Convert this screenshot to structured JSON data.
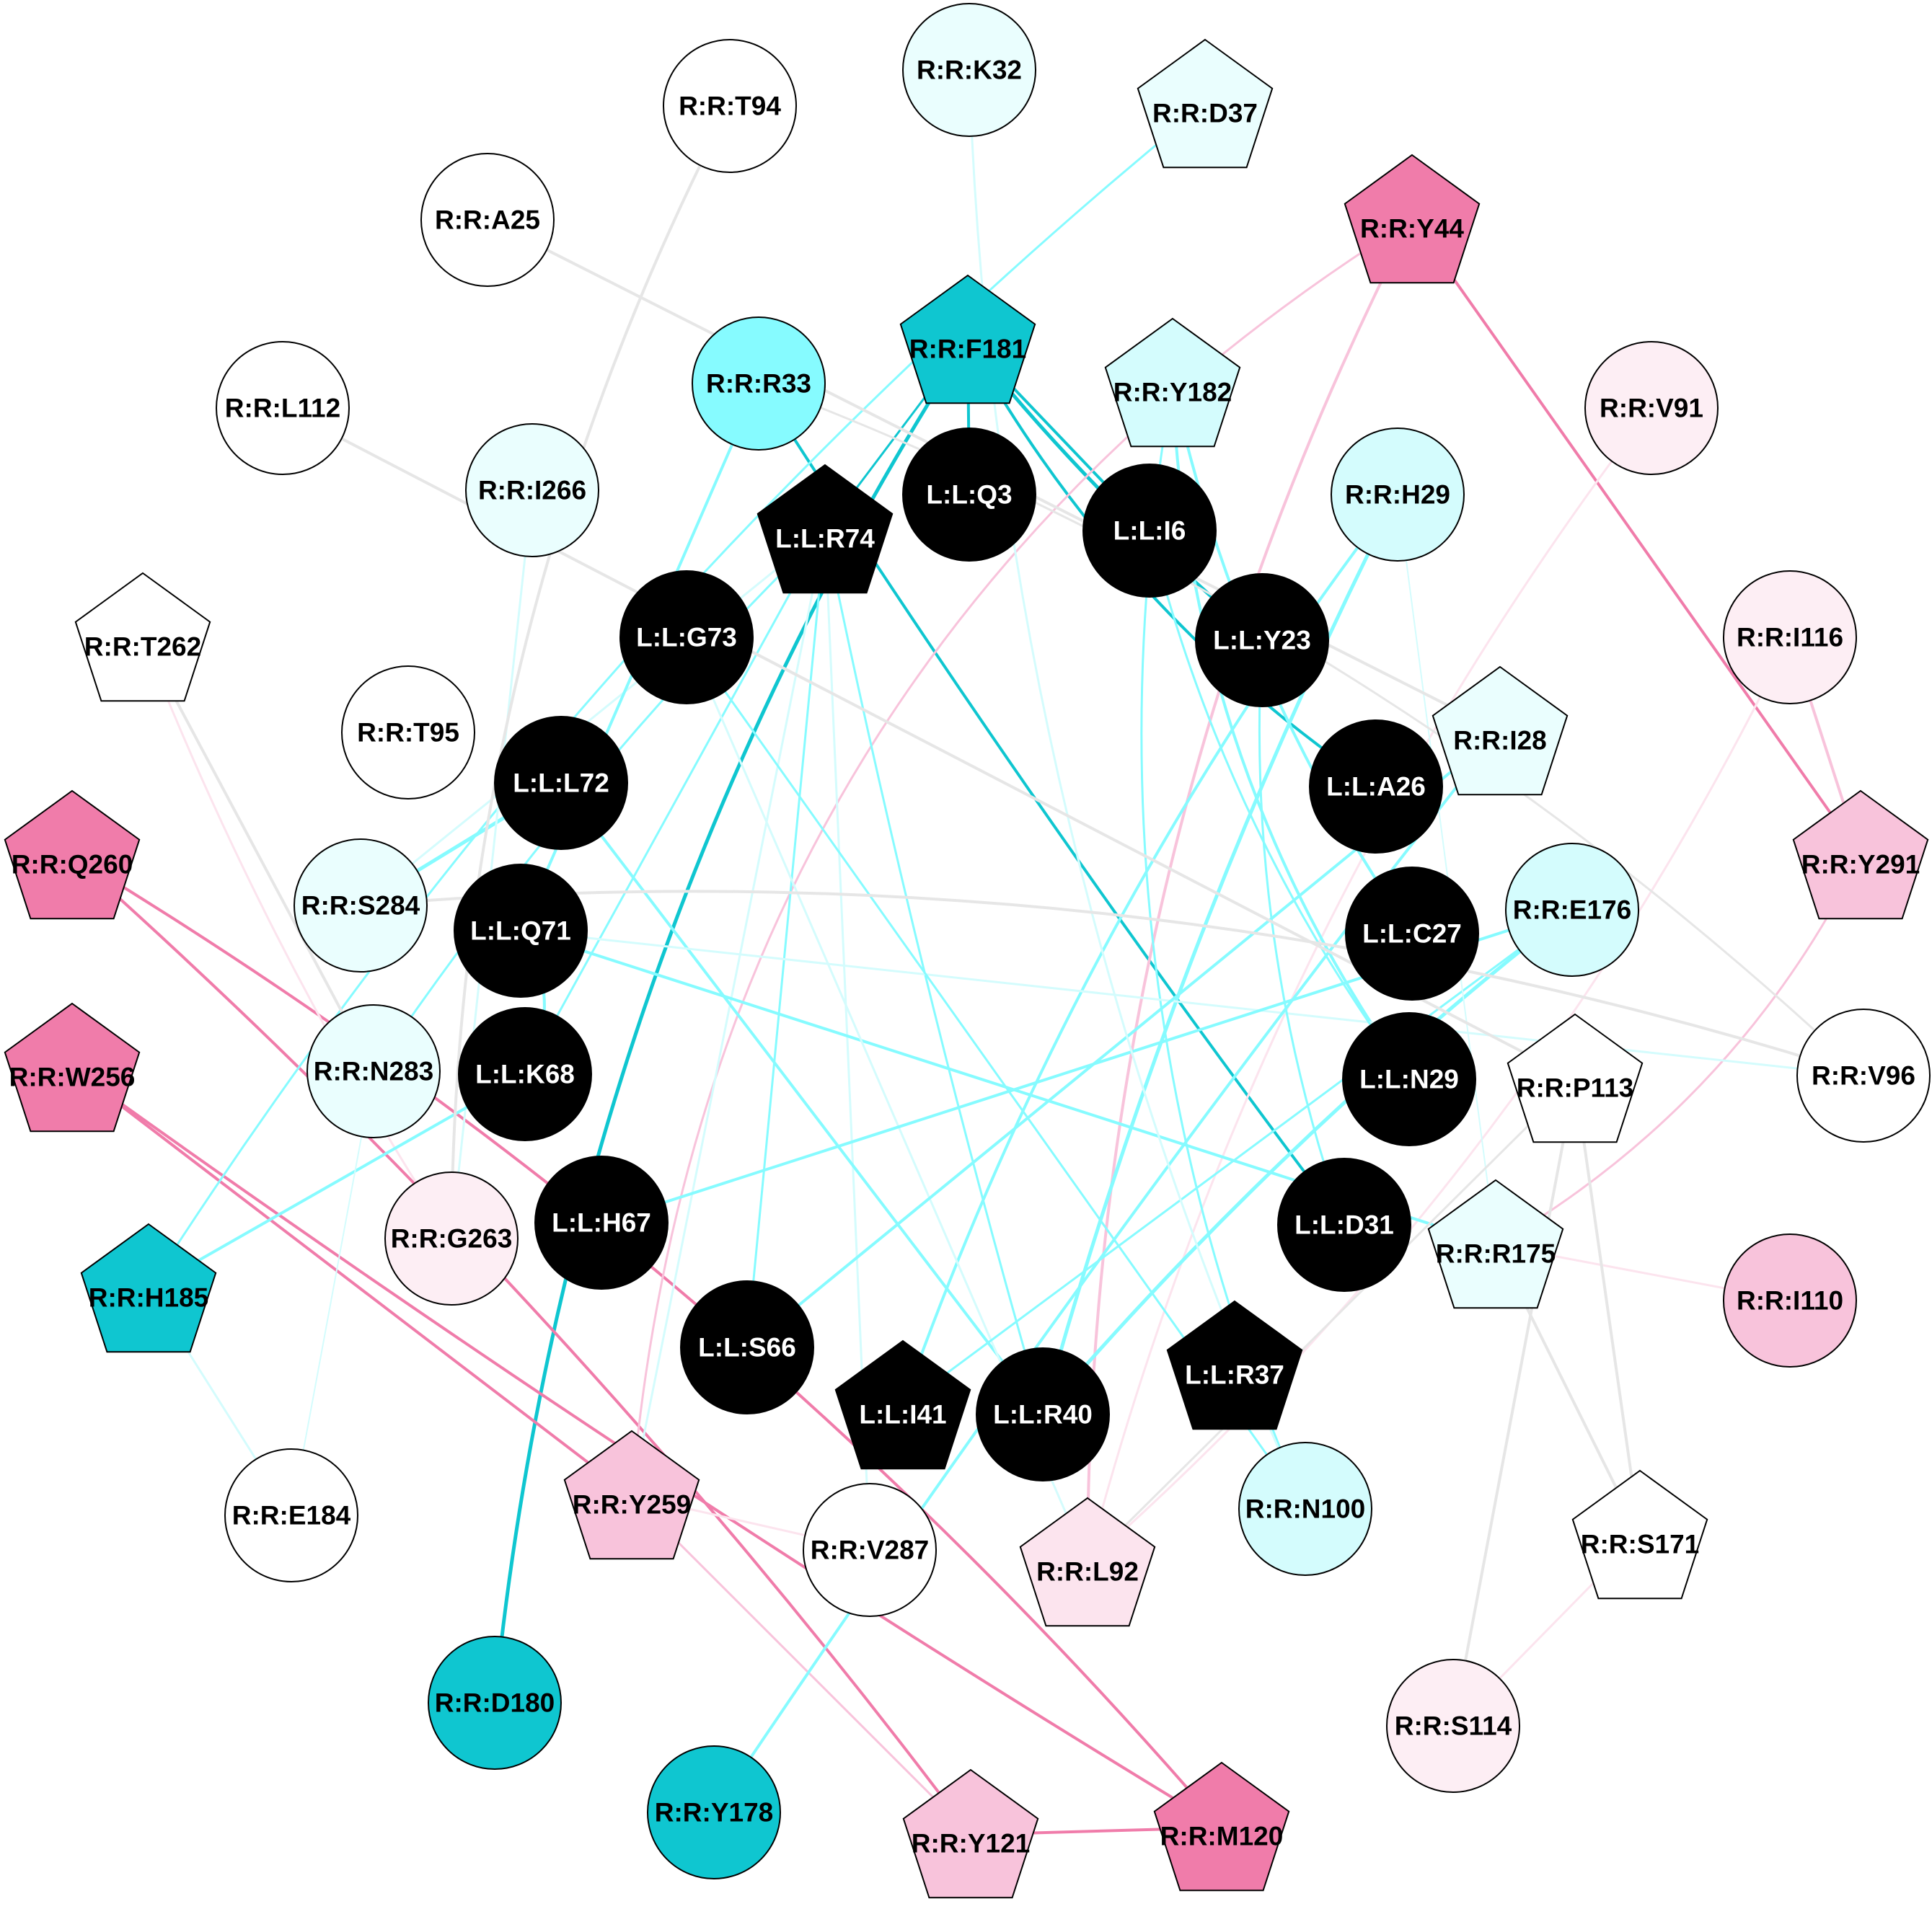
{
  "diagram": {
    "type": "residue-interaction-network",
    "palette": {
      "ligand": "#000000",
      "cyan_strong": "#0fc6d0",
      "cyan_mid": "#86fbff",
      "cyan_light": "#d4fcfd",
      "cyan_pale": "#eafefe",
      "pink_strong": "#f07caa",
      "pink_mid": "#f8c3db",
      "pink_light": "#fce4ee",
      "pink_pale": "#fdeef4",
      "white": "#ffffff",
      "edge_grey": "#e6e6e6"
    },
    "nodes": [
      {
        "id": "R:R:K32",
        "shape": "circle",
        "fill": "cyan_pale",
        "text": "dark"
      },
      {
        "id": "R:R:T94",
        "shape": "circle",
        "fill": "white",
        "text": "dark"
      },
      {
        "id": "R:R:D37",
        "shape": "pentagon",
        "fill": "cyan_pale",
        "text": "dark"
      },
      {
        "id": "R:R:A25",
        "shape": "circle",
        "fill": "white",
        "text": "dark"
      },
      {
        "id": "R:R:Y44",
        "shape": "pentagon",
        "fill": "pink_strong",
        "text": "dark"
      },
      {
        "id": "R:R:F181",
        "shape": "pentagon",
        "fill": "cyan_strong",
        "text": "dark"
      },
      {
        "id": "R:R:R33",
        "shape": "circle",
        "fill": "cyan_mid",
        "text": "dark"
      },
      {
        "id": "R:R:Y182",
        "shape": "pentagon",
        "fill": "cyan_light",
        "text": "dark"
      },
      {
        "id": "R:R:L112",
        "shape": "circle",
        "fill": "white",
        "text": "dark"
      },
      {
        "id": "R:R:V91",
        "shape": "circle",
        "fill": "pink_pale",
        "text": "dark"
      },
      {
        "id": "L:L:Q3",
        "shape": "circle",
        "fill": "ligand",
        "text": "light"
      },
      {
        "id": "R:R:I266",
        "shape": "circle",
        "fill": "cyan_pale",
        "text": "dark"
      },
      {
        "id": "R:R:H29",
        "shape": "circle",
        "fill": "cyan_light",
        "text": "dark"
      },
      {
        "id": "L:L:R74",
        "shape": "pentagon",
        "fill": "ligand",
        "text": "light"
      },
      {
        "id": "L:L:I6",
        "shape": "circle",
        "fill": "ligand",
        "text": "light"
      },
      {
        "id": "R:R:T262",
        "shape": "pentagon",
        "fill": "white",
        "text": "dark"
      },
      {
        "id": "L:L:G73",
        "shape": "circle",
        "fill": "ligand",
        "text": "light"
      },
      {
        "id": "R:R:I116",
        "shape": "circle",
        "fill": "pink_pale",
        "text": "dark"
      },
      {
        "id": "L:L:Y23",
        "shape": "circle",
        "fill": "ligand",
        "text": "light"
      },
      {
        "id": "R:R:T95",
        "shape": "circle",
        "fill": "white",
        "text": "dark"
      },
      {
        "id": "R:R:I28",
        "shape": "pentagon",
        "fill": "cyan_pale",
        "text": "dark"
      },
      {
        "id": "L:L:L72",
        "shape": "circle",
        "fill": "ligand",
        "text": "light"
      },
      {
        "id": "L:L:A26",
        "shape": "circle",
        "fill": "ligand",
        "text": "light"
      },
      {
        "id": "R:R:Q260",
        "shape": "pentagon",
        "fill": "pink_strong",
        "text": "dark"
      },
      {
        "id": "R:R:Y291",
        "shape": "pentagon",
        "fill": "pink_mid",
        "text": "dark"
      },
      {
        "id": "R:R:S284",
        "shape": "circle",
        "fill": "cyan_pale",
        "text": "dark"
      },
      {
        "id": "R:R:E176",
        "shape": "circle",
        "fill": "cyan_light",
        "text": "dark"
      },
      {
        "id": "L:L:Q71",
        "shape": "circle",
        "fill": "ligand",
        "text": "light"
      },
      {
        "id": "L:L:C27",
        "shape": "circle",
        "fill": "ligand",
        "text": "light"
      },
      {
        "id": "R:R:W256",
        "shape": "pentagon",
        "fill": "pink_strong",
        "text": "dark"
      },
      {
        "id": "R:R:N283",
        "shape": "circle",
        "fill": "cyan_pale",
        "text": "dark"
      },
      {
        "id": "L:L:K68",
        "shape": "circle",
        "fill": "ligand",
        "text": "light"
      },
      {
        "id": "L:L:N29",
        "shape": "circle",
        "fill": "ligand",
        "text": "light"
      },
      {
        "id": "R:R:P113",
        "shape": "pentagon",
        "fill": "white",
        "text": "dark"
      },
      {
        "id": "R:R:V96",
        "shape": "circle",
        "fill": "white",
        "text": "dark"
      },
      {
        "id": "L:L:H67",
        "shape": "circle",
        "fill": "ligand",
        "text": "light"
      },
      {
        "id": "R:R:G263",
        "shape": "circle",
        "fill": "pink_pale",
        "text": "dark"
      },
      {
        "id": "L:L:D31",
        "shape": "circle",
        "fill": "ligand",
        "text": "light"
      },
      {
        "id": "R:R:R175",
        "shape": "pentagon",
        "fill": "cyan_pale",
        "text": "dark"
      },
      {
        "id": "R:R:H185",
        "shape": "pentagon",
        "fill": "cyan_strong",
        "text": "dark"
      },
      {
        "id": "R:R:I110",
        "shape": "circle",
        "fill": "pink_mid",
        "text": "dark"
      },
      {
        "id": "L:L:S66",
        "shape": "circle",
        "fill": "ligand",
        "text": "light"
      },
      {
        "id": "L:L:I41",
        "shape": "pentagon",
        "fill": "ligand",
        "text": "light"
      },
      {
        "id": "L:L:R40",
        "shape": "circle",
        "fill": "ligand",
        "text": "light"
      },
      {
        "id": "L:L:R37",
        "shape": "pentagon",
        "fill": "ligand",
        "text": "light"
      },
      {
        "id": "R:R:E184",
        "shape": "circle",
        "fill": "white",
        "text": "dark"
      },
      {
        "id": "R:R:Y259",
        "shape": "pentagon",
        "fill": "pink_mid",
        "text": "dark"
      },
      {
        "id": "R:R:V287",
        "shape": "circle",
        "fill": "white",
        "text": "dark"
      },
      {
        "id": "R:R:L92",
        "shape": "pentagon",
        "fill": "pink_light",
        "text": "dark"
      },
      {
        "id": "R:R:N100",
        "shape": "circle",
        "fill": "cyan_light",
        "text": "dark"
      },
      {
        "id": "R:R:S171",
        "shape": "pentagon",
        "fill": "white",
        "text": "dark"
      },
      {
        "id": "R:R:D180",
        "shape": "circle",
        "fill": "cyan_strong",
        "text": "dark"
      },
      {
        "id": "R:R:S114",
        "shape": "circle",
        "fill": "pink_pale",
        "text": "dark"
      },
      {
        "id": "R:R:Y178",
        "shape": "circle",
        "fill": "cyan_strong",
        "text": "dark"
      },
      {
        "id": "R:R:Y121",
        "shape": "pentagon",
        "fill": "pink_mid",
        "text": "dark"
      },
      {
        "id": "R:R:M120",
        "shape": "pentagon",
        "fill": "pink_strong",
        "text": "dark"
      }
    ],
    "edges": [
      {
        "a": "R:R:F181",
        "b": "L:L:Q3",
        "color": "#0fc6d0",
        "weight": 4,
        "bend": 0
      },
      {
        "a": "R:R:F181",
        "b": "L:L:I6",
        "color": "#0fc6d0",
        "weight": 4,
        "bend": 0
      },
      {
        "a": "R:R:F181",
        "b": "L:L:Y23",
        "color": "#0fc6d0",
        "weight": 5,
        "bend": 0.05
      },
      {
        "a": "R:R:F181",
        "b": "L:L:A26",
        "color": "#0fc6d0",
        "weight": 4,
        "bend": 0.12
      },
      {
        "a": "R:R:F181",
        "b": "R:R:D180",
        "color": "#0fc6d0",
        "weight": 5,
        "bend": 0.12
      },
      {
        "a": "R:R:F181",
        "b": "L:L:R74",
        "color": "#0fc6d0",
        "weight": 3,
        "bend": 0
      },
      {
        "a": "R:R:R33",
        "b": "L:L:D31",
        "color": "#0fc6d0",
        "weight": 4,
        "bend": 0.02
      },
      {
        "a": "R:R:Y44",
        "b": "R:R:Y291",
        "color": "#f07caa",
        "weight": 4,
        "bend": 0
      },
      {
        "a": "R:R:Y44",
        "b": "R:R:L92",
        "color": "#f8c3db",
        "weight": 4,
        "bend": 0.12
      },
      {
        "a": "R:R:Y291",
        "b": "R:R:I116",
        "color": "#f8c3db",
        "weight": 4,
        "bend": 0
      },
      {
        "a": "R:R:Y291",
        "b": "R:R:R175",
        "color": "#f8c3db",
        "weight": 3,
        "bend": -0.15
      },
      {
        "a": "R:R:Q260",
        "b": "R:R:Y121",
        "color": "#f07caa",
        "weight": 4,
        "bend": -0.05
      },
      {
        "a": "R:R:Q260",
        "b": "R:R:M120",
        "color": "#f07caa",
        "weight": 4,
        "bend": -0.08
      },
      {
        "a": "R:R:W256",
        "b": "R:R:Y259",
        "color": "#f07caa",
        "weight": 4,
        "bend": 0
      },
      {
        "a": "R:R:W256",
        "b": "R:R:M120",
        "color": "#f07caa",
        "weight": 4,
        "bend": 0.02
      },
      {
        "a": "R:R:Y121",
        "b": "R:R:M120",
        "color": "#f07caa",
        "weight": 4,
        "bend": 0
      },
      {
        "a": "R:R:Y259",
        "b": "R:R:Y121",
        "color": "#f8c3db",
        "weight": 3,
        "bend": 0
      },
      {
        "a": "R:R:Y259",
        "b": "R:R:V287",
        "color": "#fce4ee",
        "weight": 3,
        "bend": 0
      },
      {
        "a": "R:R:T262",
        "b": "R:R:G263",
        "color": "#fce4ee",
        "weight": 3,
        "bend": 0.05
      },
      {
        "a": "R:R:V91",
        "b": "R:R:L92",
        "color": "#fce4ee",
        "weight": 3,
        "bend": 0.1
      },
      {
        "a": "R:R:I116",
        "b": "R:R:L92",
        "color": "#fce4ee",
        "weight": 3,
        "bend": -0.1
      },
      {
        "a": "R:R:R175",
        "b": "R:R:I110",
        "color": "#fce4ee",
        "weight": 3,
        "bend": 0
      },
      {
        "a": "R:R:S171",
        "b": "R:R:S114",
        "color": "#fce4ee",
        "weight": 3,
        "bend": 0
      },
      {
        "a": "R:R:Y44",
        "b": "R:R:Y259",
        "color": "#f8c3db",
        "weight": 3,
        "bend": 0.25
      },
      {
        "a": "R:R:H29",
        "b": "L:L:R40",
        "color": "#86fbff",
        "weight": 5,
        "bend": 0.05
      },
      {
        "a": "R:R:H29",
        "b": "L:L:I41",
        "color": "#86fbff",
        "weight": 4,
        "bend": 0.08
      },
      {
        "a": "R:R:Y182",
        "b": "L:L:C27",
        "color": "#86fbff",
        "weight": 4,
        "bend": 0.1
      },
      {
        "a": "R:R:Y182",
        "b": "L:L:N29",
        "color": "#86fbff",
        "weight": 4,
        "bend": 0.15
      },
      {
        "a": "R:R:Y182",
        "b": "R:R:N100",
        "color": "#86fbff",
        "weight": 3,
        "bend": 0.15
      },
      {
        "a": "L:L:R74",
        "b": "R:R:S284",
        "color": "#d4fcfd",
        "weight": 3,
        "bend": 0
      },
      {
        "a": "L:L:R74",
        "b": "R:R:N283",
        "color": "#86fbff",
        "weight": 3,
        "bend": 0.05
      },
      {
        "a": "L:L:R74",
        "b": "L:L:K68",
        "color": "#86fbff",
        "weight": 3,
        "bend": 0
      },
      {
        "a": "L:L:R74",
        "b": "L:L:R40",
        "color": "#86fbff",
        "weight": 3,
        "bend": 0.02
      },
      {
        "a": "L:L:R74",
        "b": "R:R:V287",
        "color": "#d4fcfd",
        "weight": 3,
        "bend": 0
      },
      {
        "a": "L:L:R74",
        "b": "R:R:Y259",
        "color": "#d4fcfd",
        "weight": 3,
        "bend": 0
      },
      {
        "a": "L:L:R74",
        "b": "L:L:S66",
        "color": "#86fbff",
        "weight": 3,
        "bend": 0
      },
      {
        "a": "R:R:R33",
        "b": "L:L:Q71",
        "color": "#86fbff",
        "weight": 4,
        "bend": 0
      },
      {
        "a": "R:R:D37",
        "b": "R:R:H185",
        "color": "#86fbff",
        "weight": 3,
        "bend": 0.08
      },
      {
        "a": "L:L:L72",
        "b": "R:R:S284",
        "color": "#86fbff",
        "weight": 5,
        "bend": 0
      },
      {
        "a": "L:L:L72",
        "b": "L:L:R40",
        "color": "#86fbff",
        "weight": 4,
        "bend": 0
      },
      {
        "a": "L:L:Q71",
        "b": "R:R:R175",
        "color": "#86fbff",
        "weight": 4,
        "bend": 0
      },
      {
        "a": "L:L:Q71",
        "b": "R:R:V96",
        "color": "#d4fcfd",
        "weight": 3,
        "bend": 0
      },
      {
        "a": "L:L:K68",
        "b": "L:L:Q71",
        "color": "#86fbff",
        "weight": 4,
        "bend": 0.3
      },
      {
        "a": "L:L:G73",
        "b": "R:R:N100",
        "color": "#86fbff",
        "weight": 3,
        "bend": 0
      },
      {
        "a": "L:L:G73",
        "b": "R:R:L92",
        "color": "#d4fcfd",
        "weight": 3,
        "bend": 0
      },
      {
        "a": "R:R:E176",
        "b": "L:L:H67",
        "color": "#86fbff",
        "weight": 4,
        "bend": 0
      },
      {
        "a": "R:R:E176",
        "b": "L:L:R40",
        "color": "#86fbff",
        "weight": 5,
        "bend": 0.05
      },
      {
        "a": "R:R:E176",
        "b": "L:L:I41",
        "color": "#86fbff",
        "weight": 3,
        "bend": 0
      },
      {
        "a": "R:R:I28",
        "b": "L:L:S66",
        "color": "#86fbff",
        "weight": 4,
        "bend": 0
      },
      {
        "a": "R:R:I28",
        "b": "R:R:Y178",
        "color": "#86fbff",
        "weight": 4,
        "bend": 0.02
      },
      {
        "a": "L:L:Y23",
        "b": "L:L:D31",
        "color": "#86fbff",
        "weight": 3,
        "bend": 0.1
      },
      {
        "a": "L:L:I6",
        "b": "L:L:N29",
        "color": "#86fbff",
        "weight": 3,
        "bend": 0.1
      },
      {
        "a": "R:R:K32",
        "b": "R:R:N100",
        "color": "#d4fcfd",
        "weight": 3,
        "bend": 0.1
      },
      {
        "a": "R:R:I266",
        "b": "R:R:G263",
        "color": "#d4fcfd",
        "weight": 3,
        "bend": 0
      },
      {
        "a": "R:R:H185",
        "b": "R:R:E184",
        "color": "#d4fcfd",
        "weight": 3,
        "bend": 0
      },
      {
        "a": "R:R:H29",
        "b": "R:R:R175",
        "color": "#d4fcfd",
        "weight": 2,
        "bend": 0
      },
      {
        "a": "L:L:K68",
        "b": "R:R:H185",
        "color": "#86fbff",
        "weight": 4,
        "bend": 0
      },
      {
        "a": "R:R:E184",
        "b": "R:R:N283",
        "color": "#d4fcfd",
        "weight": 2,
        "bend": 0
      },
      {
        "a": "R:R:T94",
        "b": "R:R:G263",
        "color": "#e6e6e6",
        "weight": 4,
        "bend": 0.12
      },
      {
        "a": "R:R:A25",
        "b": "R:R:I28",
        "color": "#e6e6e6",
        "weight": 4,
        "bend": 0
      },
      {
        "a": "R:R:L112",
        "b": "R:R:P113",
        "color": "#e6e6e6",
        "weight": 4,
        "bend": 0
      },
      {
        "a": "R:R:T262",
        "b": "R:R:N283",
        "color": "#e6e6e6",
        "weight": 4,
        "bend": 0
      },
      {
        "a": "R:R:S284",
        "b": "R:R:V96",
        "color": "#e6e6e6",
        "weight": 4,
        "bend": -0.1
      },
      {
        "a": "R:R:R33",
        "b": "R:R:V96",
        "color": "#e6e6e6",
        "weight": 3,
        "bend": -0.1
      },
      {
        "a": "R:R:P113",
        "b": "R:R:S171",
        "color": "#e6e6e6",
        "weight": 4,
        "bend": 0
      },
      {
        "a": "R:R:P113",
        "b": "R:R:S114",
        "color": "#e6e6e6",
        "weight": 4,
        "bend": 0
      },
      {
        "a": "R:R:R175",
        "b": "R:R:S171",
        "color": "#e6e6e6",
        "weight": 4,
        "bend": 0
      },
      {
        "a": "R:R:P113",
        "b": "R:R:L92",
        "color": "#e6e6e6",
        "weight": 3,
        "bend": 0
      }
    ]
  }
}
